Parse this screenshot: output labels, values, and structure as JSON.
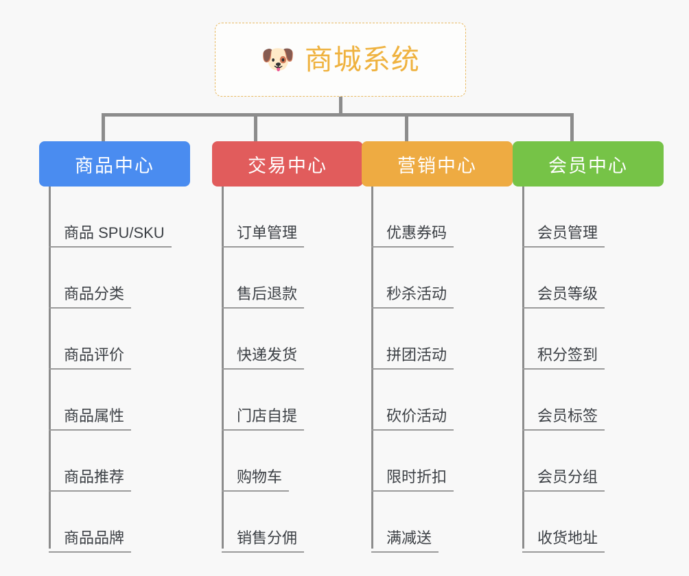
{
  "canvas": {
    "background": "#f8f8f8",
    "connector_color": "#8c8c8c"
  },
  "root": {
    "title": "商城系统",
    "icon": "shiba-dog-face-icon",
    "icon_glyph": "🐶",
    "text_color": "#efb23f",
    "border_color": "#e8b960",
    "background": "#fdfdfc"
  },
  "branches": [
    {
      "label": "商品中心",
      "color": "#4a8cf0",
      "items": [
        "商品 SPU/SKU",
        "商品分类",
        "商品评价",
        "商品属性",
        "商品推荐",
        "商品品牌"
      ]
    },
    {
      "label": "交易中心",
      "color": "#e15c5c",
      "items": [
        "订单管理",
        "售后退款",
        "快递发货",
        "门店自提",
        "购物车",
        "销售分佣"
      ]
    },
    {
      "label": "营销中心",
      "color": "#eeab42",
      "items": [
        "优惠券码",
        "秒杀活动",
        "拼团活动",
        "砍价活动",
        "限时折扣",
        "满减送"
      ]
    },
    {
      "label": "会员中心",
      "color": "#76c347",
      "items": [
        "会员管理",
        "会员等级",
        "积分签到",
        "会员标签",
        "会员分组",
        "收货地址"
      ]
    }
  ]
}
